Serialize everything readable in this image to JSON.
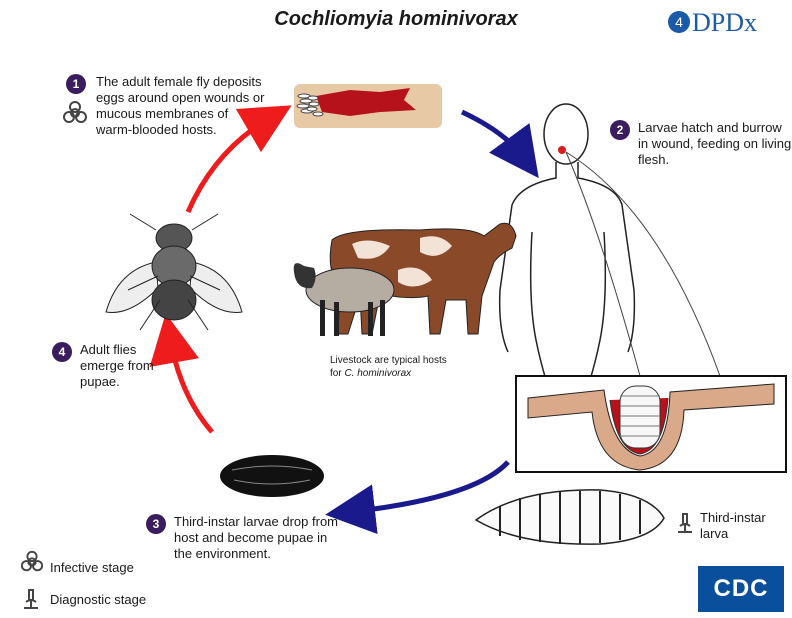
{
  "title": "Cochliomyia hominivorax",
  "logo": {
    "text": "DPDx",
    "badge": "4"
  },
  "steps": [
    {
      "num": "1",
      "lines": [
        "The adult female fly deposits",
        "eggs around open wounds or",
        "mucous membranes of",
        "warm-blooded hosts."
      ]
    },
    {
      "num": "2",
      "lines": [
        "Larvae hatch and burrow",
        "in wound, feeding on living",
        "flesh."
      ]
    },
    {
      "num": "3",
      "lines": [
        "Third-instar larvae drop from",
        "host and become pupae in",
        "the environment."
      ]
    },
    {
      "num": "4",
      "lines": [
        "Adult flies",
        "emerge from",
        "pupae."
      ]
    }
  ],
  "livestock_caption": {
    "line1": "Livestock are typical hosts",
    "line2_prefix": "for ",
    "line2_species": "C. hominivorax"
  },
  "larva_label": [
    "Third-instar",
    "larva"
  ],
  "legend": {
    "infective": "Infective stage",
    "diagnostic": "Diagnostic stage"
  },
  "cdc_logo": "CDC",
  "colors": {
    "red_arrow": "#ee1c1c",
    "blue_arrow": "#1a1a8c",
    "step_badge": "#3a1d5e",
    "brand": "#1b5aa8",
    "wound": "#b5121b"
  },
  "icons": [
    "biohazard-icon",
    "microscope-icon"
  ]
}
